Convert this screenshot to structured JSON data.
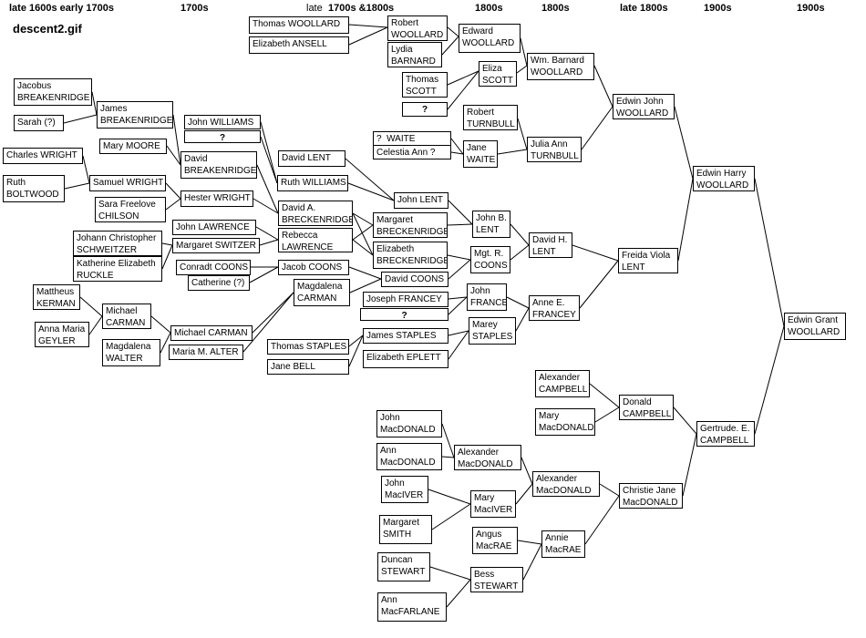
{
  "title": "descent2.gif",
  "eras": {
    "e1": "late 1600s early 1700s",
    "e2": "1700s",
    "e3": "late",
    "e4": "1700s &1800s",
    "e5": "1800s",
    "e6": "1800s",
    "e7": "late 1800s",
    "e8": "1900s",
    "e9": "1900s"
  },
  "people": {
    "thomas_woollard": "Thomas WOOLLARD",
    "elizabeth_ansell": "Elizabeth ANSELL",
    "robert_woollard": "Robert\nWOOLLARD",
    "lydia_barnard": "Lydia\nBARNARD",
    "edward_woollard": "Edward\nWOOLLARD",
    "thomas_scott": "Thomas\nSCOTT",
    "eliza_scott": "Eliza\nSCOTT",
    "wm_barnard_woollard": "Wm. Barnard\nWOOLLARD",
    "unknown_scott": "?",
    "robert_turnbull": "Robert\nTURNBULL",
    "edwin_john_woollard": "Edwin John\nWOOLLARD",
    "jacobus_breakenridge": "Jacobus\nBREAKENRIDGE",
    "sarah": "Sarah (?)",
    "james_breakenridge": "James\nBREAKENRIDGE",
    "john_williams": "John WILLIAMS",
    "unknown_williams": "?",
    "waite": "?  WAITE",
    "celestia_ann": "Celestia Ann ?",
    "jane_waite": "Jane\nWAITE",
    "julia_ann_turnbull": "Julia Ann\nTURNBULL",
    "mary_moore": "Mary MOORE",
    "david_breakenridge": "David\nBREAKENRIDGE",
    "david_lent": "David LENT",
    "charles_wright": "Charles WRIGHT",
    "ruth_boltwood": "Ruth\nBOLTWOOD",
    "samuel_wright": "Samuel WRIGHT",
    "ruth_williams": "Ruth WILLIAMS",
    "edwin_harry_woollard": "Edwin Harry\nWOOLLARD",
    "sara_chilson": "Sara Freelove\nCHILSON",
    "hester_wright": "Hester WRIGHT",
    "john_lent": "John LENT",
    "david_a_breckenridge": "David A.\nBRECKENRIDGE",
    "margaret_breckenridge": "Margaret\nBRECKENRIDGE",
    "john_b_lent": "John B.\nLENT",
    "john_lawrence": "John LAWRENCE",
    "rebecca_lawrence": "Rebecca\nLAWRENCE",
    "johann_schweitzer": "Johann Christopher\nSCHWEITZER",
    "margaret_switzer": "Margaret SWITZER",
    "david_h_lent": "David H.\nLENT",
    "elizabeth_breckenridge": "Elizabeth\nBRECKENRIDGE",
    "freida_viola_lent": "Freida Viola\nLENT",
    "katherine_ruckle": "Katherine Elizabeth\nRUCKLE",
    "mgt_coons": "Mgt. R.\nCOONS",
    "conradt_coons": "Conradt COONS",
    "jacob_coons": "Jacob COONS",
    "catherine": "Catherine (?)",
    "david_coons": "David COONS",
    "magdalena_carman_b": "Magdalena\nCARMAN",
    "mattheus_kerman": "Mattheus\nKERMAN",
    "john_francey": "John\nFRANCEY",
    "joseph_francey": "Joseph FRANCEY",
    "anne_e_francey": "Anne E.\nFRANCEY",
    "michael_carman_sr": "Michael\nCARMAN",
    "unknown_francey": "?",
    "edwin_grant_woollard": "Edwin Grant\nWOOLLARD",
    "anna_maria_geyler": "Anna Maria\nGEYLER",
    "michael_carman": "Michael CARMAN",
    "marey_staples": "Marey\nSTAPLES",
    "james_staples": "James STAPLES",
    "thomas_staples": "Thomas STAPLES",
    "magdalena_walter": "Magdalena\nWALTER",
    "maria_alter": "Maria M. ALTER",
    "elizabeth_eplett": "Elizabeth EPLETT",
    "jane_bell": "Jane BELL",
    "alexander_campbell": "Alexander\nCAMPBELL",
    "donald_campbell": "Donald\nCAMPBELL",
    "mary_macdonald": "Mary\nMacDONALD",
    "gertrude_campbell": "Gertrude. E.\nCAMPBELL",
    "john_macdonald": "John\nMacDONALD",
    "ann_macdonald": "Ann\nMacDONALD",
    "alexander_macdonald_a": "Alexander\nMacDONALD",
    "alexander_macdonald_b": "Alexander\nMacDONALD",
    "christie_jane_macdonald": "Christie Jane\nMacDONALD",
    "john_maciver": "John\nMacIVER",
    "mary_maciver": "Mary\nMacIVER",
    "margaret_smith": "Margaret\nSMITH",
    "angus_macrae": "Angus\nMacRAE",
    "annie_macrae": "Annie\nMacRAE",
    "duncan_stewart": "Duncan\nSTEWART",
    "bess_stewart": "Bess\nSTEWART",
    "ann_macfarlane": "Ann\nMacFARLANE"
  }
}
